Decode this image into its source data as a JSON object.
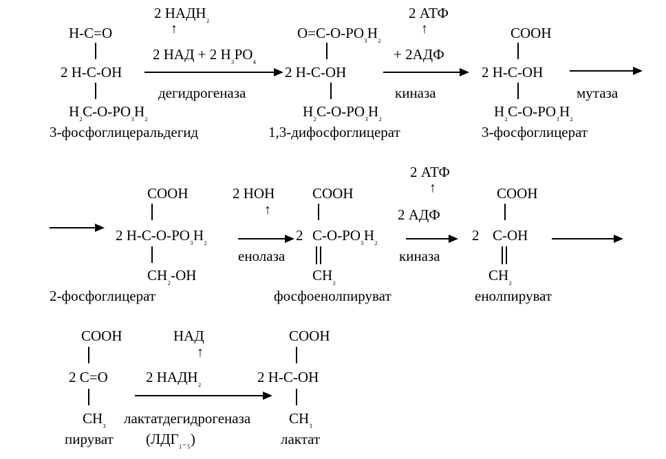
{
  "row1": {
    "s1": {
      "top": "H-C=O",
      "mid": "2 H-C-OH",
      "bot": "H₂C-O-PO₃H₂",
      "name": "3-фосфоглицеральдегид"
    },
    "r1": {
      "prod": "2 НАДН₂",
      "reag": "2 НАД + 2 H₃PO₄",
      "enzyme": "дегидрогеназа"
    },
    "s2": {
      "top": "O=C-O-PO₃H₂",
      "mid": "2  H-C-OH",
      "bot": "H₂C-O-PO₃H₂",
      "name": "1,3-дифосфоглицерат"
    },
    "r2": {
      "prod": "2 АТФ",
      "reag": "+ 2АДФ",
      "enzyme": "киназа"
    },
    "s3": {
      "top": "COOH",
      "mid": "2 H-C-OH",
      "bot": "H₂C-O-PO₃H₂",
      "name": "3-фосфоглицерат"
    },
    "r3": {
      "enzyme": "мутаза"
    }
  },
  "row2": {
    "s4": {
      "top": "COOH",
      "mid": "2 H-C-O-PO₃H₂",
      "bot": "CH₂-OH",
      "name": "2-фосфоглицерат"
    },
    "r4": {
      "prod": "2 HOH",
      "enzyme": "енолаза"
    },
    "s5": {
      "coef": "2",
      "top": "COOH",
      "mid": "C-O-PO₃H₂",
      "bot": "CH₂",
      "name": "фосфоенолпируват"
    },
    "r5": {
      "prod": "2 АТФ",
      "reag": "2 АДФ",
      "enzyme": "киназа"
    },
    "s6": {
      "coef": "2",
      "top": "COOH",
      "mid": "C-OH",
      "bot": "CH₂",
      "name": "енолпируват"
    }
  },
  "row3": {
    "s7": {
      "top": "COOH",
      "mid": "2 C=O",
      "bot": "CH₃",
      "name": "пируват"
    },
    "r7": {
      "prod": "НАД",
      "reag": "2 НАДН₂",
      "enzyme": "лактатдегидрогеназа",
      "note": "(ЛДГ₁₋₅)"
    },
    "s8": {
      "top": "COOH",
      "mid": "2 H-C-OH",
      "bot": "CH₃",
      "name": "лактат"
    }
  }
}
